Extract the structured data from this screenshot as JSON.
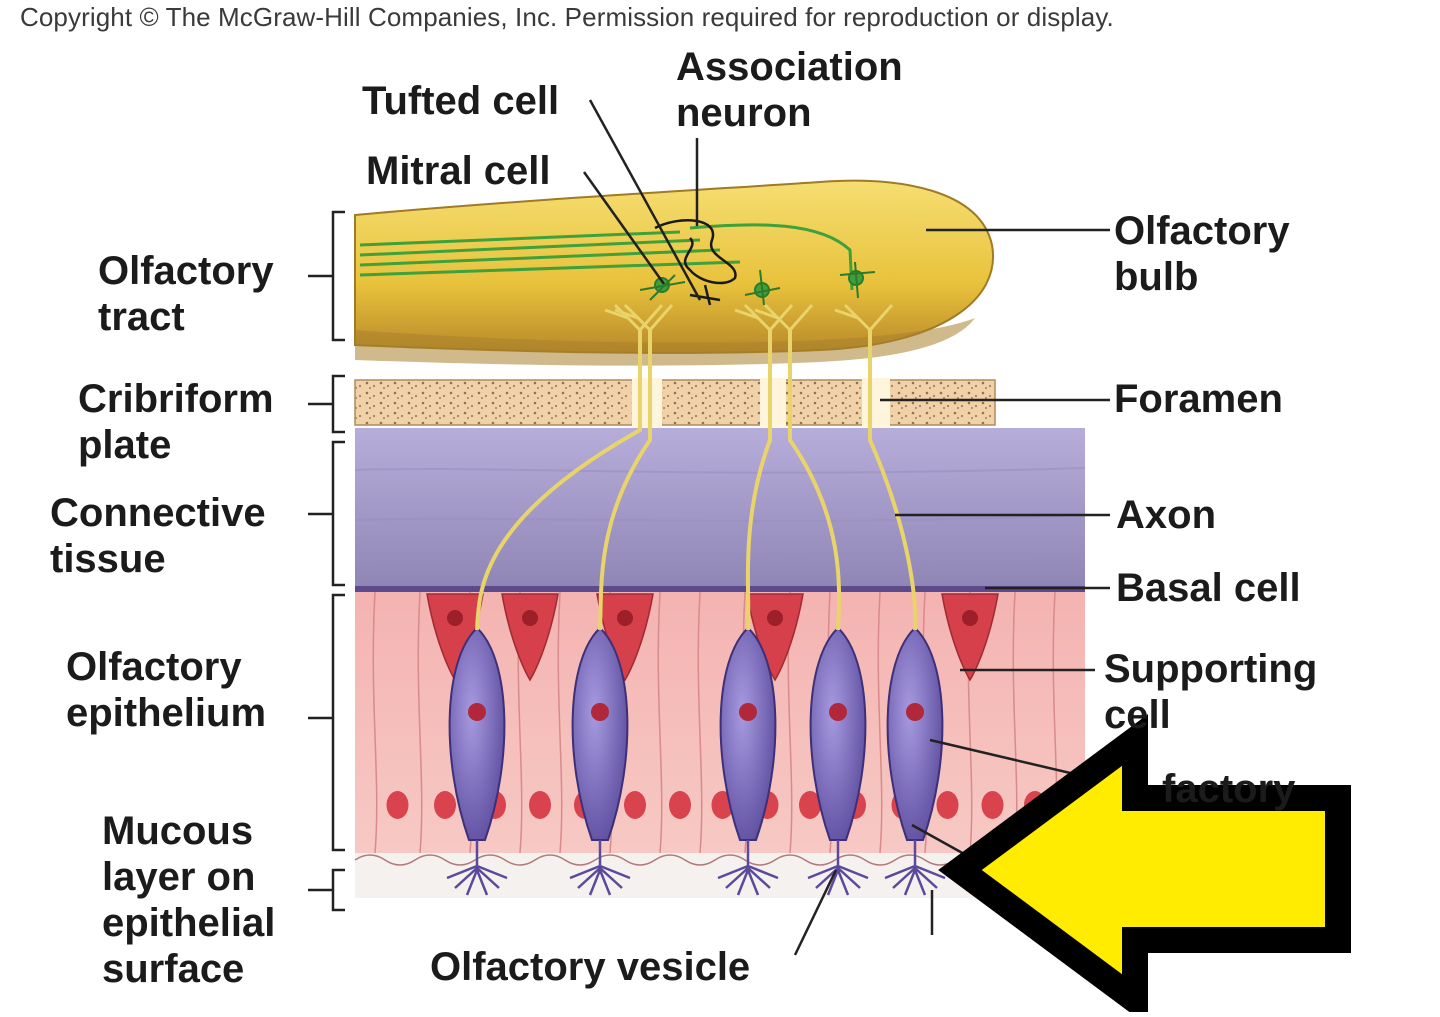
{
  "copyright": "Copyright © The McGraw-Hill Companies, Inc. Permission required for reproduction or display.",
  "labels": {
    "tufted_cell": "Tufted cell",
    "association_neuron": [
      "Association",
      "neuron"
    ],
    "mitral_cell": "Mitral cell",
    "olfactory_tract": [
      "Olfactory",
      "tract"
    ],
    "olfactory_bulb": [
      "Olfactory",
      "bulb"
    ],
    "cribriform_plate": [
      "Cribriform",
      "plate"
    ],
    "foramen": "Foramen",
    "connective_tissue": [
      "Connective",
      "tissue"
    ],
    "axon": "Axon",
    "basal_cell": "Basal cell",
    "supporting_cell": [
      "Supporting",
      "cell"
    ],
    "olfactory_epithelium": [
      "Olfactory",
      "epithelium"
    ],
    "olfactory_partial": "factory",
    "mucous_layer": [
      "Mucous",
      "layer on",
      "epithelial",
      "surface"
    ],
    "olfactory_vesicle": "Olfactory vesicle"
  },
  "colors": {
    "bulb": "#e8c23c",
    "bulb_shadow": "#b8892a",
    "cribriform": "#ecc79a",
    "connective": "#a49ac4",
    "epithelium": "#f2a7a6",
    "receptor_cell": "#7b6bb8",
    "nerve": "#e9d36b",
    "dendrite_green": "#3fa13a",
    "arrow": "#ffec00"
  }
}
